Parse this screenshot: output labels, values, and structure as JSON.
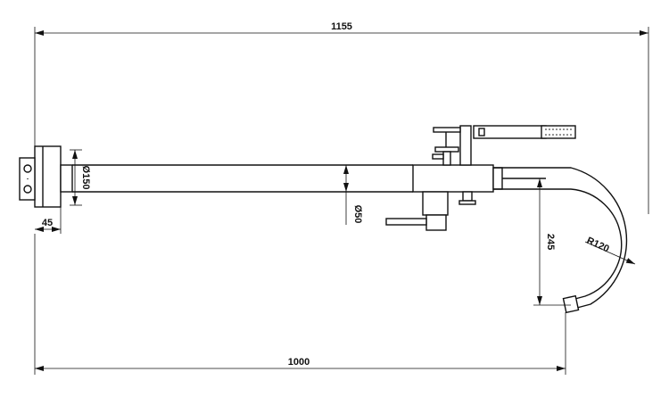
{
  "dimensions": {
    "overall_width": "1155",
    "projection": "1000",
    "wall_plate_depth": "45",
    "wall_plate_diameter": "Ø150",
    "pipe_diameter": "Ø50",
    "spout_drop": "245",
    "spout_radius": "R120"
  }
}
